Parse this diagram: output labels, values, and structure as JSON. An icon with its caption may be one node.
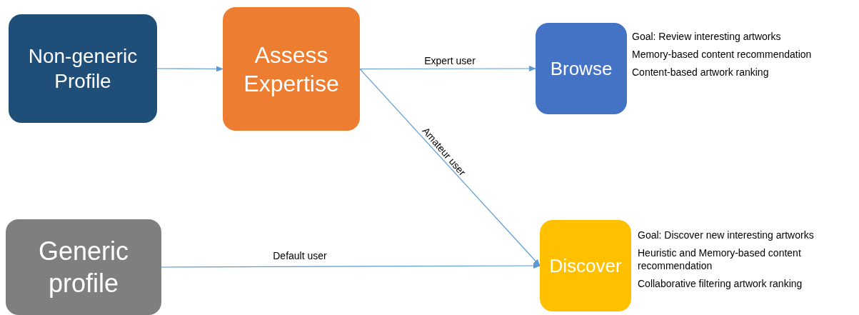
{
  "diagram": {
    "nodes": [
      {
        "text": [
          "Non-generic Profile"
        ]
      },
      {
        "text": [
          "Assess Expertise"
        ]
      },
      {
        "text": [
          "Browse"
        ],
        "beside": [
          "Goal: Review interesting artworks",
          "Memory-based content recommendation",
          "Content-based artwork ranking"
        ]
      },
      {
        "text": [
          "Generic profile"
        ]
      },
      {
        "text": [
          "Discover"
        ],
        "beside": [
          "Goal: Discover new interesting artworks",
          "Heuristic and Memory-based content recommendation",
          "Collaborative filtering artwork ranking"
        ]
      }
    ],
    "edges": [
      {
        "from": 0,
        "to": 1,
        "arrow": "to"
      },
      {
        "from": 1,
        "to": 2,
        "arrow": "to",
        "label": "Expert user"
      },
      {
        "from": 1,
        "to": 4,
        "arrow": "to",
        "label": "Amateur user"
      },
      {
        "from": 3,
        "to": 4,
        "arrow": "to",
        "label": "Default user"
      }
    ]
  }
}
